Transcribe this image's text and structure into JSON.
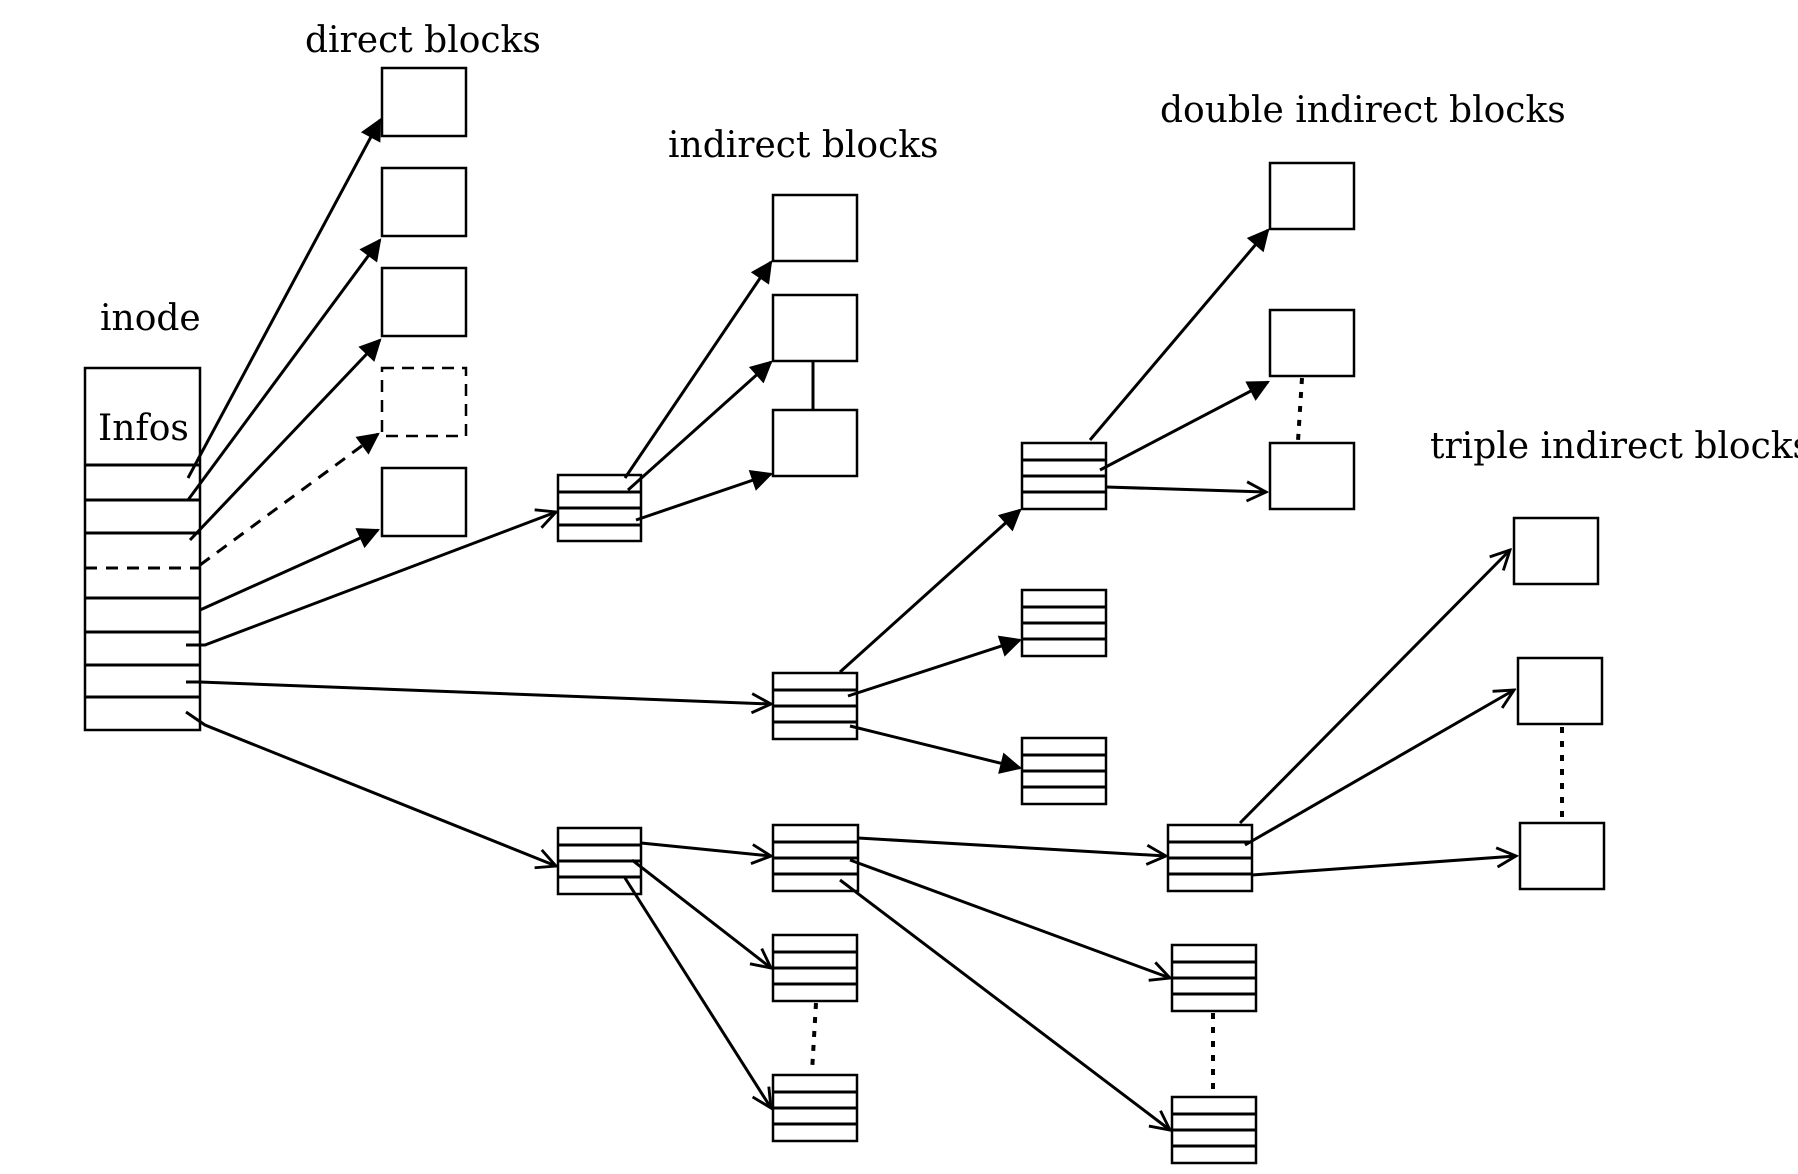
{
  "labels": {
    "direct_blocks": "direct blocks",
    "indirect_blocks": "indirect blocks",
    "double_indirect_blocks": "double indirect blocks",
    "triple_indirect_blocks": "triple indirect blocks",
    "inode": "inode",
    "infos": "Infos"
  }
}
